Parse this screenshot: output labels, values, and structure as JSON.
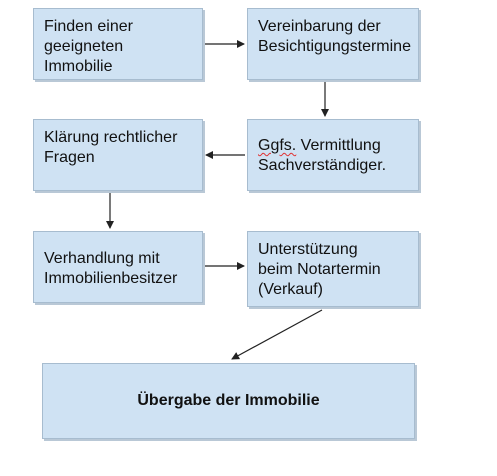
{
  "flow": {
    "find_property": [
      "Finden einer",
      "geeigneten",
      "Immobilie"
    ],
    "schedule_viewings": [
      "Vereinbarung der",
      "Besichtigungstermine"
    ],
    "experts": {
      "first_word": "Ggfs.",
      "first_rest": " Vermittlung",
      "second": "Sachverständiger."
    },
    "legal": [
      "Klärung rechtlicher",
      "Fragen"
    ],
    "negotiate": [
      "Verhandlung mit",
      "Immobilienbesitzer"
    ],
    "notary": [
      "Unterstützung",
      "beim Notartermin",
      "(Verkauf)"
    ],
    "handover": "Übergabe der Immobilie"
  },
  "colors": {
    "box_fill": "#cfe2f3",
    "box_border": "#a7bccf",
    "arrow": "#222222",
    "spellcheck": "#e03030"
  }
}
